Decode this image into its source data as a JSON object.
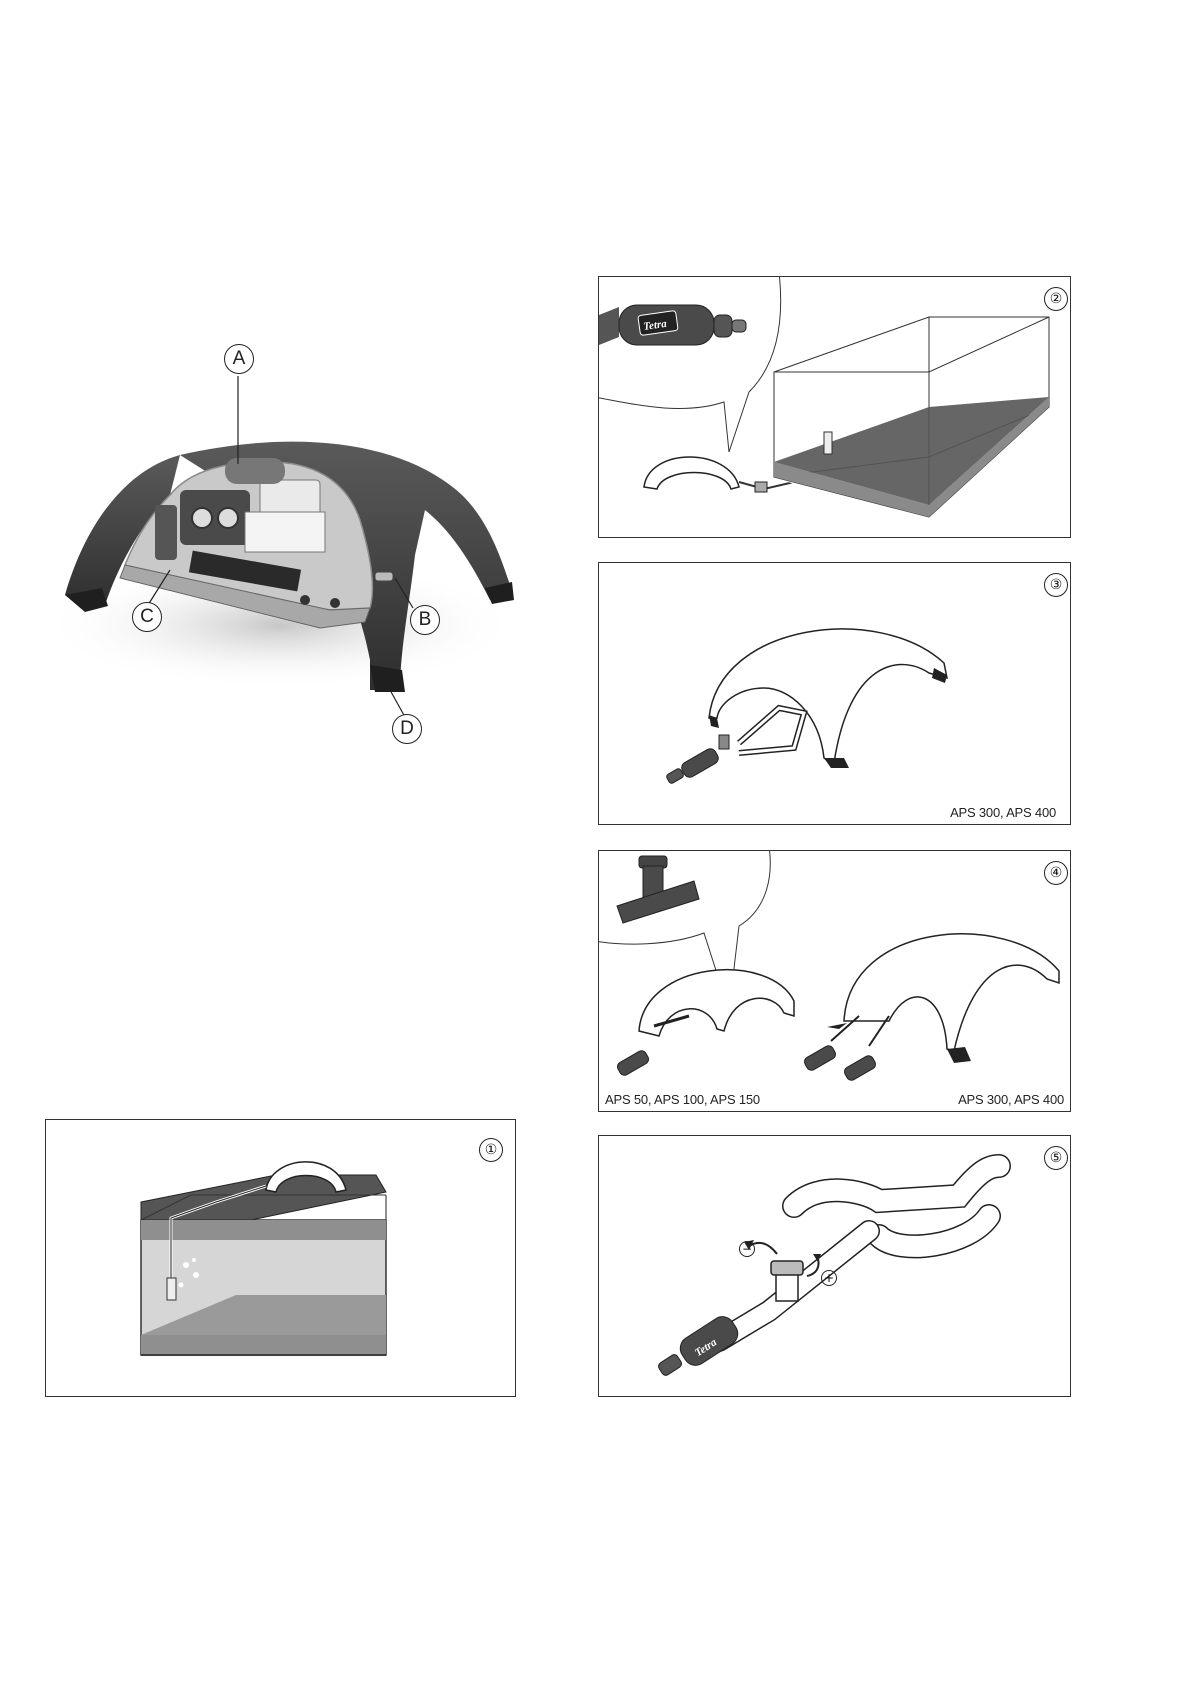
{
  "overview": {
    "callouts": [
      "A",
      "B",
      "C",
      "D"
    ]
  },
  "steps": [
    {
      "number": "①",
      "models": []
    },
    {
      "number": "②",
      "models": [],
      "logo": "Tetra"
    },
    {
      "number": "③",
      "models": [
        "APS 300, APS 400"
      ]
    },
    {
      "number": "④",
      "models": [
        "APS 50, APS 100, APS 150",
        "APS 300, APS 400"
      ]
    },
    {
      "number": "⑤",
      "models": [],
      "logo": "Tetra",
      "valve_signs": [
        "−",
        "+"
      ]
    }
  ],
  "colors": {
    "pump_body": "#3d3d3d",
    "pump_inner": "#c9c9c9",
    "line": "#333333"
  },
  "icons": [
    "air-pump-cutaway-image",
    "aquarium-icon",
    "air-tube-icon",
    "air-stone-icon",
    "t-connector-icon",
    "check-valve-icon",
    "control-valve-icon"
  ]
}
